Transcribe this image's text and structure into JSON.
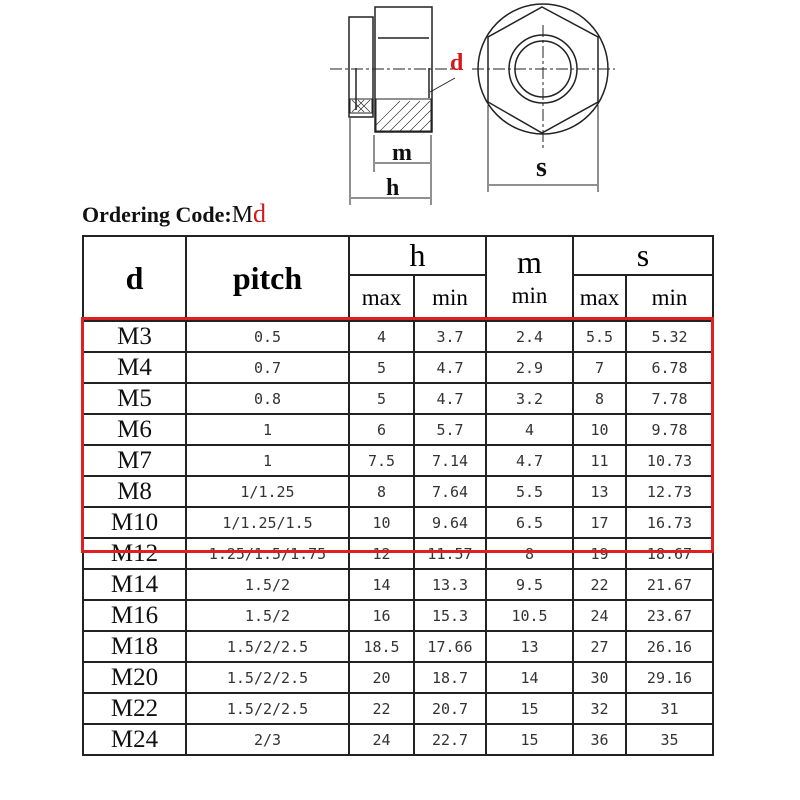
{
  "diagram": {
    "label_d": "d",
    "label_m": "m",
    "label_h": "h",
    "label_s": "s"
  },
  "ordering": {
    "prefix": "Ordering Code:",
    "m": "M",
    "d": "d"
  },
  "table": {
    "headers": {
      "d": "d",
      "pitch": "pitch",
      "h": "h",
      "m": "m",
      "s": "s",
      "h_max": "max",
      "h_min": "min",
      "m_min": "min",
      "s_max": "max",
      "s_min": "min"
    },
    "rows": [
      {
        "d": "M3",
        "pitch": "0.5",
        "h_max": "4",
        "h_min": "3.7",
        "m_min": "2.4",
        "s_max": "5.5",
        "s_min": "5.32"
      },
      {
        "d": "M4",
        "pitch": "0.7",
        "h_max": "5",
        "h_min": "4.7",
        "m_min": "2.9",
        "s_max": "7",
        "s_min": "6.78"
      },
      {
        "d": "M5",
        "pitch": "0.8",
        "h_max": "5",
        "h_min": "4.7",
        "m_min": "3.2",
        "s_max": "8",
        "s_min": "7.78"
      },
      {
        "d": "M6",
        "pitch": "1",
        "h_max": "6",
        "h_min": "5.7",
        "m_min": "4",
        "s_max": "10",
        "s_min": "9.78"
      },
      {
        "d": "M7",
        "pitch": "1",
        "h_max": "7.5",
        "h_min": "7.14",
        "m_min": "4.7",
        "s_max": "11",
        "s_min": "10.73"
      },
      {
        "d": "M8",
        "pitch": "1/1.25",
        "h_max": "8",
        "h_min": "7.64",
        "m_min": "5.5",
        "s_max": "13",
        "s_min": "12.73"
      },
      {
        "d": "M10",
        "pitch": "1/1.25/1.5",
        "h_max": "10",
        "h_min": "9.64",
        "m_min": "6.5",
        "s_max": "17",
        "s_min": "16.73"
      },
      {
        "d": "M12",
        "pitch": "1.25/1.5/1.75",
        "h_max": "12",
        "h_min": "11.57",
        "m_min": "8",
        "s_max": "19",
        "s_min": "18.67"
      },
      {
        "d": "M14",
        "pitch": "1.5/2",
        "h_max": "14",
        "h_min": "13.3",
        "m_min": "9.5",
        "s_max": "22",
        "s_min": "21.67"
      },
      {
        "d": "M16",
        "pitch": "1.5/2",
        "h_max": "16",
        "h_min": "15.3",
        "m_min": "10.5",
        "s_max": "24",
        "s_min": "23.67"
      },
      {
        "d": "M18",
        "pitch": "1.5/2/2.5",
        "h_max": "18.5",
        "h_min": "17.66",
        "m_min": "13",
        "s_max": "27",
        "s_min": "26.16"
      },
      {
        "d": "M20",
        "pitch": "1.5/2/2.5",
        "h_max": "20",
        "h_min": "18.7",
        "m_min": "14",
        "s_max": "30",
        "s_min": "29.16"
      },
      {
        "d": "M22",
        "pitch": "1.5/2/2.5",
        "h_max": "22",
        "h_min": "20.7",
        "m_min": "15",
        "s_max": "32",
        "s_min": "31"
      },
      {
        "d": "M24",
        "pitch": "2/3",
        "h_max": "24",
        "h_min": "22.7",
        "m_min": "15",
        "s_max": "36",
        "s_min": "35"
      }
    ],
    "highlight_rows": 7,
    "highlight_color": "#e02020"
  }
}
